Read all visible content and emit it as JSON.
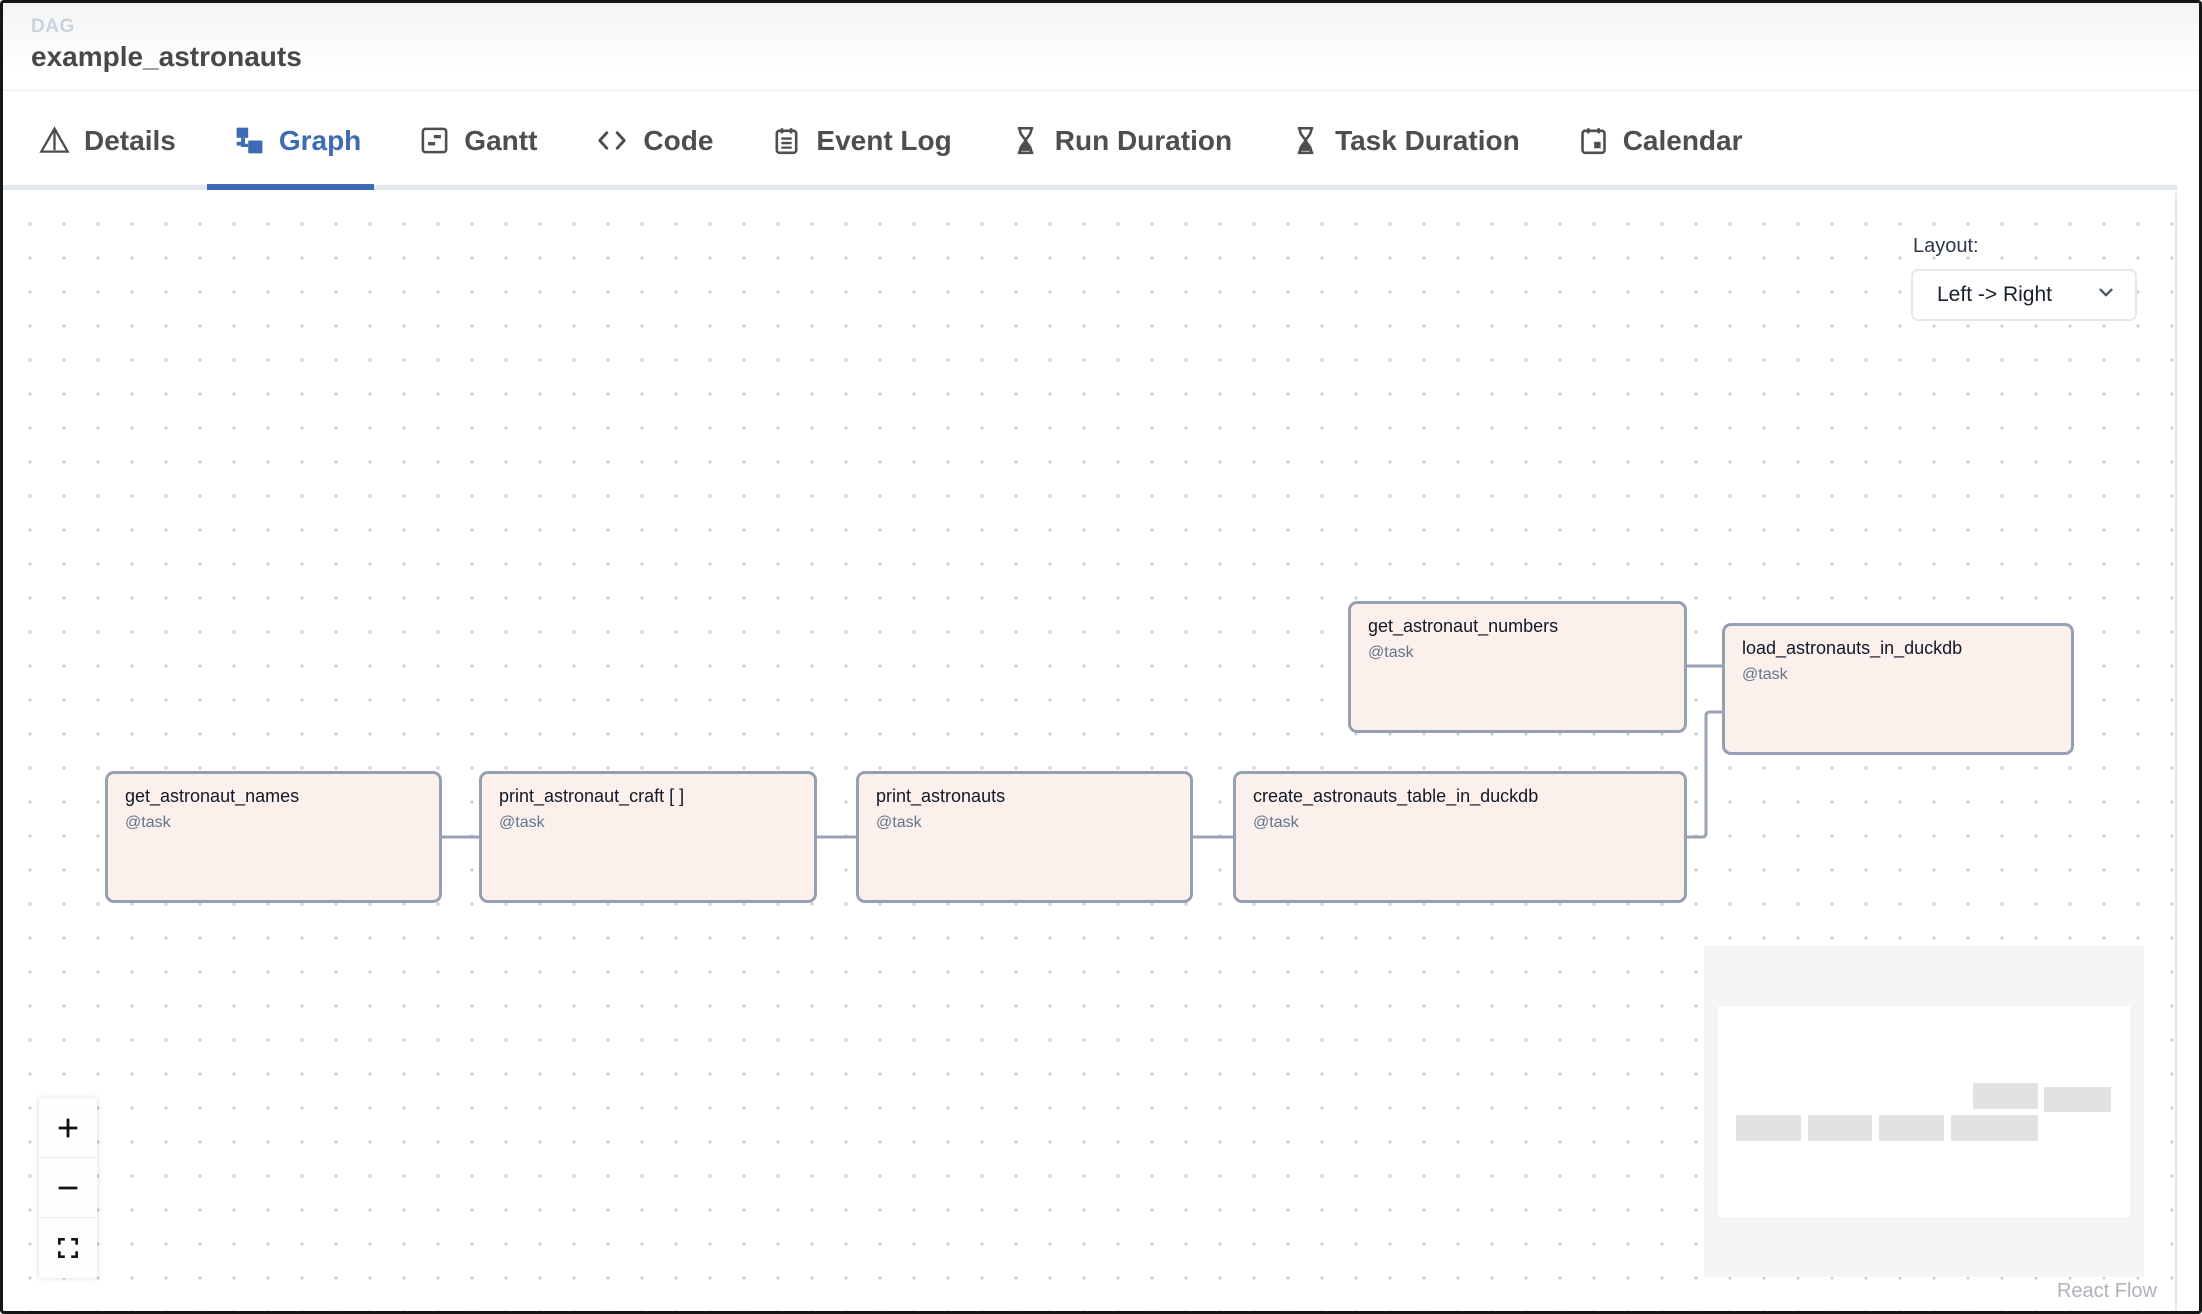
{
  "header": {
    "kicker": "DAG",
    "title": "example_astronauts"
  },
  "tabs": [
    {
      "id": "details",
      "label": "Details",
      "icon": "warning-triangle-icon",
      "active": false
    },
    {
      "id": "graph",
      "label": "Graph",
      "icon": "graph-icon",
      "active": true
    },
    {
      "id": "gantt",
      "label": "Gantt",
      "icon": "gantt-icon",
      "active": false
    },
    {
      "id": "code",
      "label": "Code",
      "icon": "code-icon",
      "active": false
    },
    {
      "id": "event-log",
      "label": "Event Log",
      "icon": "event-log-icon",
      "active": false
    },
    {
      "id": "run-duration",
      "label": "Run Duration",
      "icon": "hourglass-icon",
      "active": false
    },
    {
      "id": "task-duration",
      "label": "Task Duration",
      "icon": "hourglass-icon",
      "active": false
    },
    {
      "id": "calendar",
      "label": "Calendar",
      "icon": "calendar-icon",
      "active": false
    }
  ],
  "graph": {
    "layout_label": "Layout:",
    "layout_value": "Left -> Right",
    "nodes": [
      {
        "id": "get_astronaut_names",
        "title": "get_astronaut_names",
        "subtitle": "@task"
      },
      {
        "id": "print_astronaut_craft",
        "title": "print_astronaut_craft [ ]",
        "subtitle": "@task"
      },
      {
        "id": "print_astronauts",
        "title": "print_astronauts",
        "subtitle": "@task"
      },
      {
        "id": "create_astronauts_table_in_duckdb",
        "title": "create_astronauts_table_in_duckdb",
        "subtitle": "@task"
      },
      {
        "id": "get_astronaut_numbers",
        "title": "get_astronaut_numbers",
        "subtitle": "@task"
      },
      {
        "id": "load_astronauts_in_duckdb",
        "title": "load_astronauts_in_duckdb",
        "subtitle": "@task"
      }
    ],
    "edges": [
      {
        "source": "get_astronaut_names",
        "target": "print_astronaut_craft"
      },
      {
        "source": "print_astronaut_craft",
        "target": "print_astronauts"
      },
      {
        "source": "print_astronauts",
        "target": "create_astronauts_table_in_duckdb"
      },
      {
        "source": "create_astronauts_table_in_duckdb",
        "target": "load_astronauts_in_duckdb"
      },
      {
        "source": "get_astronaut_numbers",
        "target": "load_astronauts_in_duckdb"
      }
    ],
    "controls": {
      "zoom_in": "+",
      "zoom_out": "−",
      "fit_view": "fit view"
    },
    "attribution": "React Flow"
  },
  "colors": {
    "accent_blue": "#3d6cb4",
    "node_fill": "#fbf0ec",
    "node_border": "#95a0b2",
    "edge": "#97a2b4",
    "tab_text": "#4e4e4e"
  }
}
